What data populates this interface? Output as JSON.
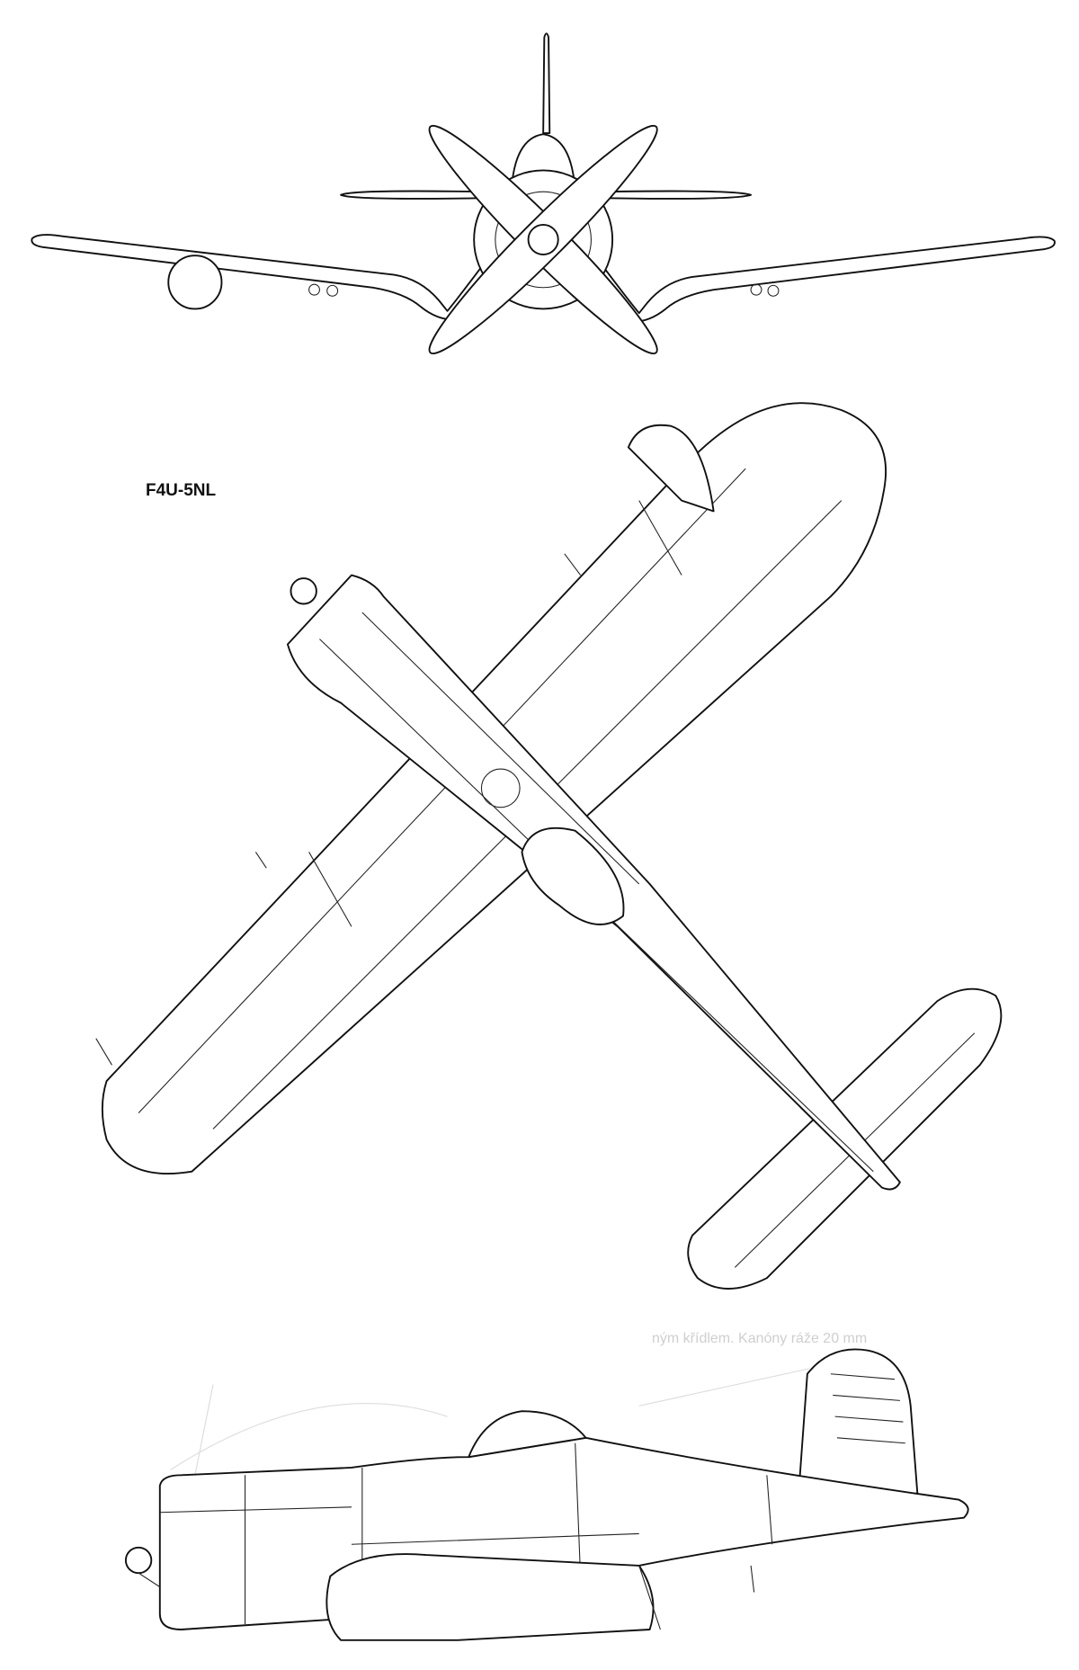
{
  "drawing": {
    "model_label": "F4U-5NL",
    "bleed_through_text": "ným křídlem. Kanóny ráže 20 mm",
    "views": [
      "front-view",
      "top-view",
      "side-view"
    ],
    "line_color": "#111111",
    "background_color": "#ffffff"
  }
}
